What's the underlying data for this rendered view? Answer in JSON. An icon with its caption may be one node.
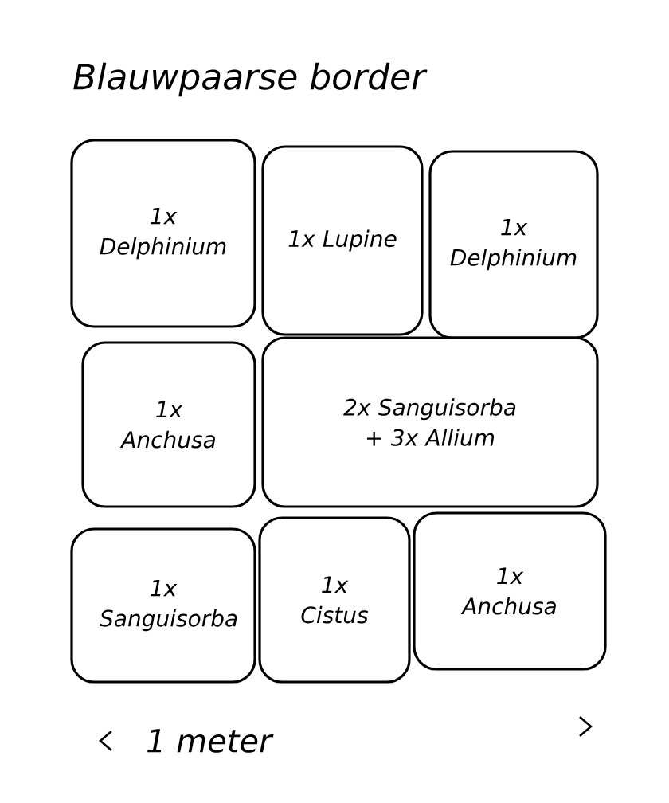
{
  "diagram": {
    "title": "Blauwpaarse border",
    "nodes": [
      {
        "text": [
          "1x Delphinium"
        ]
      },
      {
        "text": [
          "1x Lupine"
        ]
      },
      {
        "text": [
          "1x Delphinium"
        ]
      },
      {
        "text": [
          "1x Anchusa"
        ]
      },
      {
        "text": [
          "2x Sanguisorba + 3x Allium"
        ]
      },
      {
        "text": [
          "1x Sanguisorba"
        ]
      },
      {
        "text": [
          "1x Cistus"
        ]
      },
      {
        "text": [
          "1x Anchusa"
        ]
      }
    ],
    "labels": [
      "1 meter"
    ]
  }
}
